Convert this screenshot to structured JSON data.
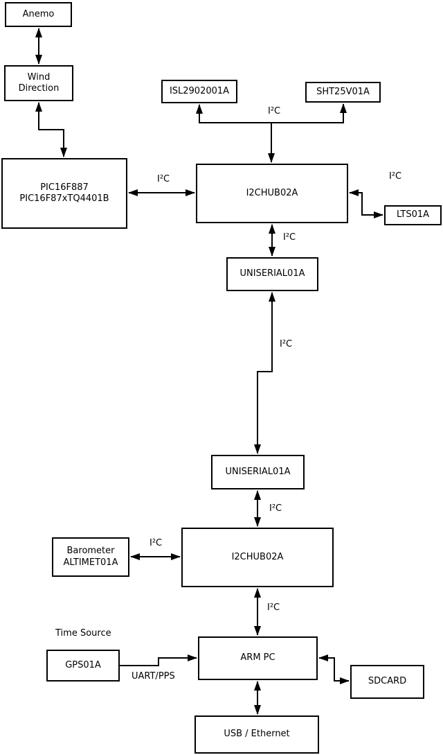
{
  "diagram": {
    "kind": "hardware-block-diagram",
    "nodes": {
      "anemo": {
        "label": "Anemo"
      },
      "wind_direction": {
        "label": [
          "Wind",
          "Direction"
        ]
      },
      "pic": {
        "label": [
          "PIC16F887",
          "PIC16F87xTQ4401B"
        ]
      },
      "isl": {
        "label": "ISL2902001A"
      },
      "sht": {
        "label": "SHT25V01A"
      },
      "i2c_hub_top": {
        "label": "I2CHUB02A"
      },
      "lts": {
        "label": "LTS01A"
      },
      "uniserial_top": {
        "label": "UNISERIAL01A"
      },
      "uniserial_bottom": {
        "label": "UNISERIAL01A"
      },
      "i2c_hub_bottom": {
        "label": "I2CHUB02A"
      },
      "barometer": {
        "label": [
          "Barometer",
          "ALTIMET01A"
        ]
      },
      "gps": {
        "label": "GPS01A"
      },
      "arm_pc": {
        "label": "ARM PC"
      },
      "sdcard": {
        "label": "SDCARD"
      },
      "usb_ethernet": {
        "label": "USB / Ethernet"
      }
    },
    "edge_labels": {
      "i2c": "I²C",
      "uart_pps": "UART/PPS",
      "time_source": "Time Source"
    },
    "colors": {
      "background": "#ffffff",
      "line": "#000000",
      "box_border": "#000000",
      "text": "#000000"
    }
  }
}
